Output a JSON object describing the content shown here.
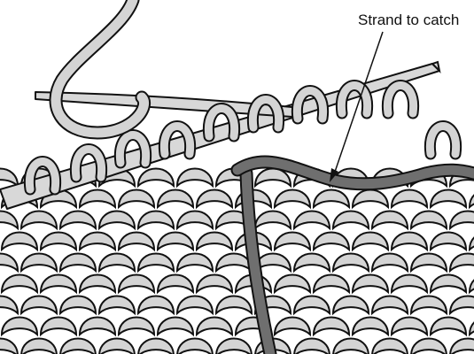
{
  "figure": {
    "callout_label": "Strand to catch",
    "colors": {
      "yarn_fill": "#d4d4d4",
      "outline": "#111111",
      "caught_strand": "#6f6f6f",
      "needle": "#d8d8d8",
      "background": "#ffffff"
    },
    "icons": [
      "knitting-needle",
      "yarn-strand",
      "callout-arrow"
    ]
  }
}
